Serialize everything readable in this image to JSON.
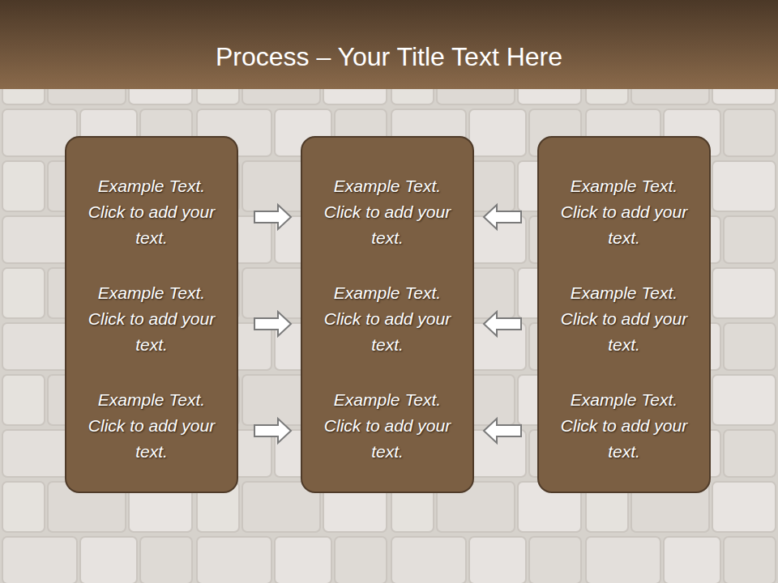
{
  "diagram": {
    "title": "Process – Your Title Text Here",
    "nodes": [
      {
        "text": [
          "Example Text. Click to add your text.",
          "Example Text. Click to add your text.",
          "Example Text. Click to add your text."
        ]
      },
      {
        "text": [
          "Example Text. Click to add your text.",
          "Example Text. Click to add your text.",
          "Example Text. Click to add your text."
        ]
      },
      {
        "text": [
          "Example Text. Click to add your text.",
          "Example Text. Click to add your text.",
          "Example Text. Click to add your text."
        ]
      }
    ],
    "edges": [
      {
        "from": 0,
        "to": 1,
        "arrow": "to"
      },
      {
        "from": 0,
        "to": 1,
        "arrow": "to"
      },
      {
        "from": 0,
        "to": 1,
        "arrow": "to"
      },
      {
        "from": 2,
        "to": 1,
        "arrow": "to"
      },
      {
        "from": 2,
        "to": 1,
        "arrow": "to"
      },
      {
        "from": 2,
        "to": 1,
        "arrow": "to"
      }
    ]
  }
}
